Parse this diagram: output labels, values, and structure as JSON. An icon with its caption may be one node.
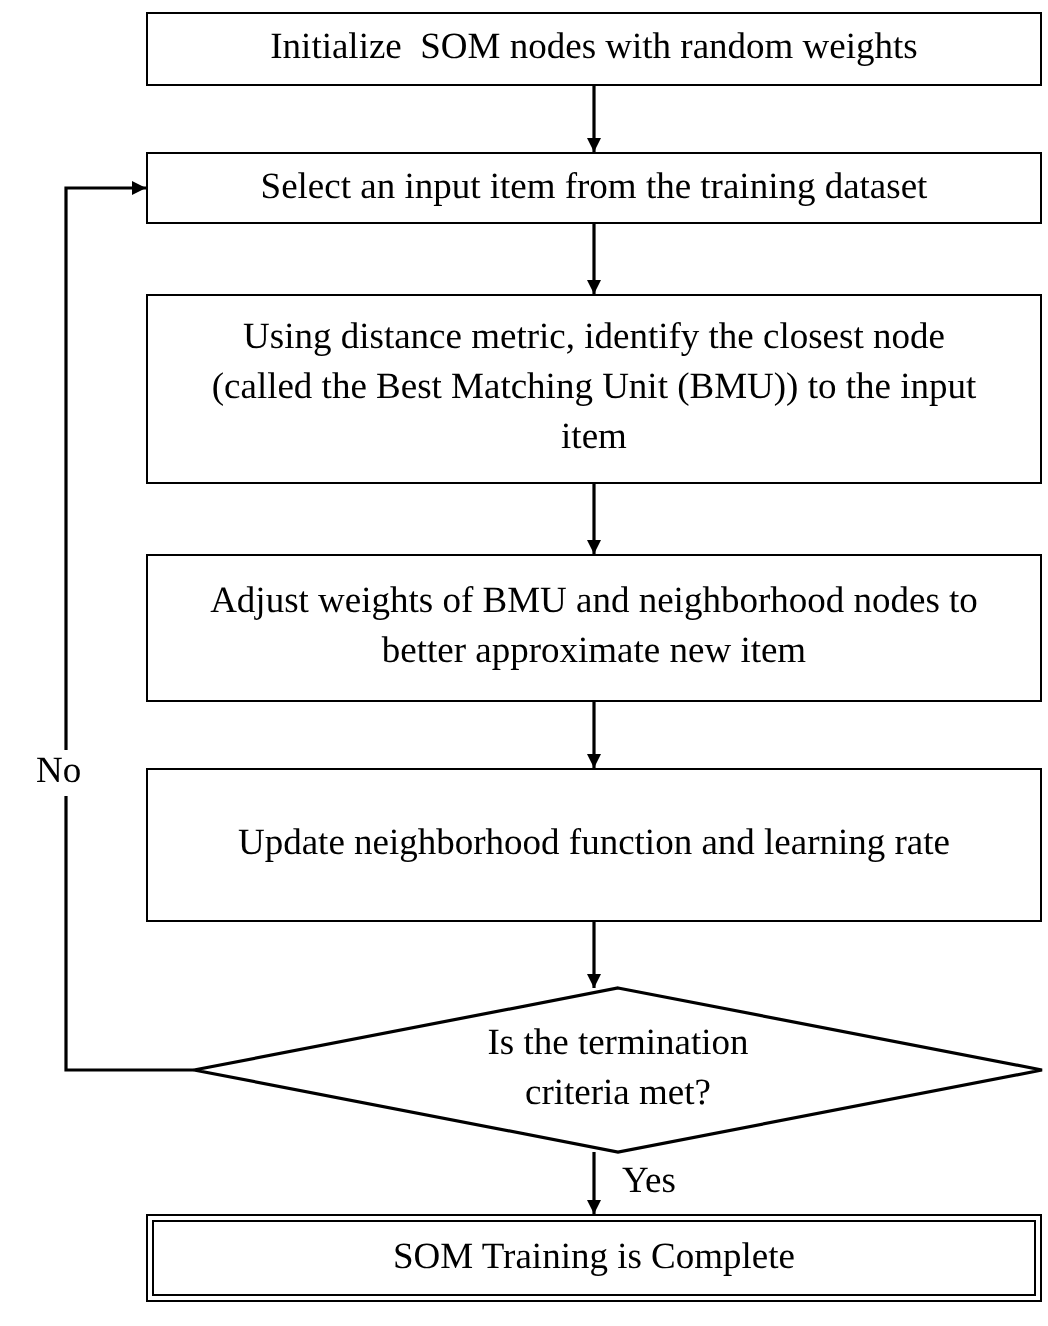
{
  "diagram": {
    "nodes": [
      {
        "text": [
          "Initialize  SOM nodes with random weights"
        ]
      },
      {
        "text": [
          "Select an input item from the training dataset"
        ]
      },
      {
        "text": [
          "Using distance metric, identify the closest node (called the Best Matching Unit (BMU)) to the input item"
        ]
      },
      {
        "text": [
          "Adjust weights of BMU and neighborhood nodes to better approximate new item"
        ]
      },
      {
        "text": [
          "Update neighborhood function and learning rate"
        ]
      },
      {
        "text": [
          "Is the termination criteria met?"
        ]
      },
      {
        "text": [
          "SOM Training is Complete"
        ]
      }
    ],
    "edges": [
      {
        "from": 0,
        "to": 1,
        "arrow": "to"
      },
      {
        "from": 1,
        "to": 2,
        "arrow": "to"
      },
      {
        "from": 2,
        "to": 3,
        "arrow": "to"
      },
      {
        "from": 3,
        "to": 4,
        "arrow": "to"
      },
      {
        "from": 4,
        "to": 5,
        "arrow": "to"
      },
      {
        "from": 5,
        "to": 1,
        "arrow": "to",
        "label": "No"
      },
      {
        "from": 5,
        "to": 6,
        "arrow": "to",
        "label": "Yes"
      }
    ]
  }
}
